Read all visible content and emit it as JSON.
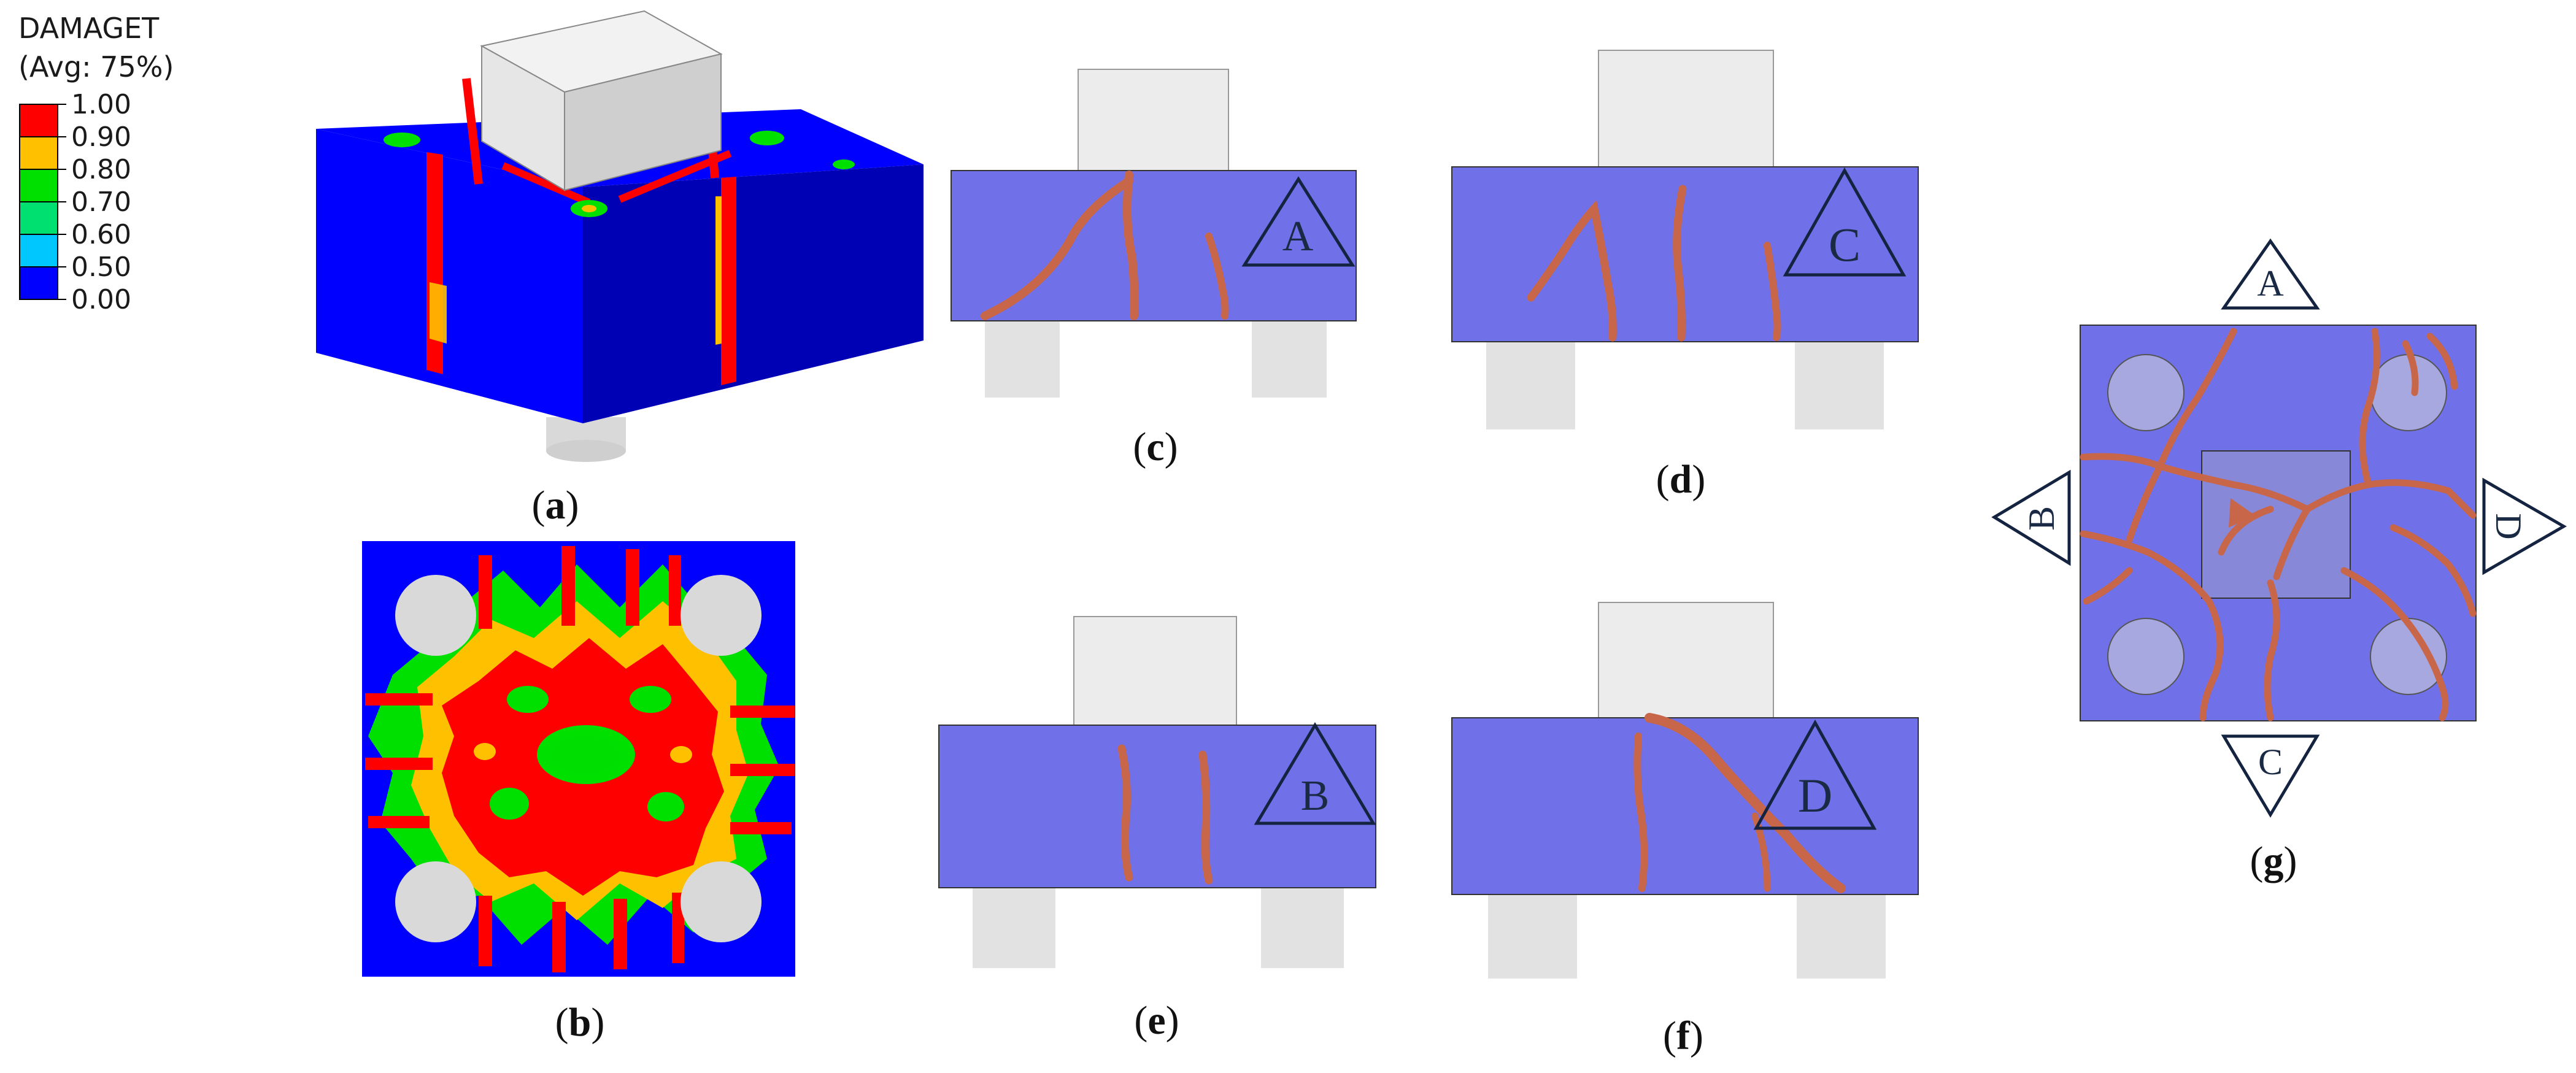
{
  "legend": {
    "title": "DAMAGET",
    "subtitle": "(Avg: 75%)",
    "levels": [
      {
        "label": "1.00",
        "color": "#ff0000"
      },
      {
        "label": "0.90",
        "color": "#ffc000"
      },
      {
        "label": "0.80",
        "color": "#00e000"
      },
      {
        "label": "0.70",
        "color": "#00e070"
      },
      {
        "label": "0.60",
        "color": "#00c8ff"
      },
      {
        "label": "0.50",
        "color": "#0000ff"
      },
      {
        "label": "0.00",
        "color": "#0000ff"
      }
    ]
  },
  "panels": {
    "a": {
      "open": "(",
      "letter": "a",
      "close": ")"
    },
    "b": {
      "open": "(",
      "letter": "b",
      "close": ")"
    },
    "c": {
      "open": "(",
      "letter": "c",
      "close": ")",
      "face": "A"
    },
    "d": {
      "open": "(",
      "letter": "d",
      "close": ")",
      "face": "C"
    },
    "e": {
      "open": "(",
      "letter": "e",
      "close": ")",
      "face": "B"
    },
    "f": {
      "open": "(",
      "letter": "f",
      "close": ")",
      "face": "D"
    },
    "g": {
      "open": "(",
      "letter": "g",
      "close": ")"
    }
  },
  "plan_markers": {
    "top": "A",
    "left": "B",
    "bottom": "C",
    "right": "D"
  },
  "colors": {
    "cap_blue": "#0000ff",
    "cap_side_blue": "#0000c0",
    "test_face": "#7070e8",
    "crack": "#c8664a",
    "column": "#ececec",
    "pile": "#d8d8d8",
    "tri_stroke": "#14233f"
  }
}
